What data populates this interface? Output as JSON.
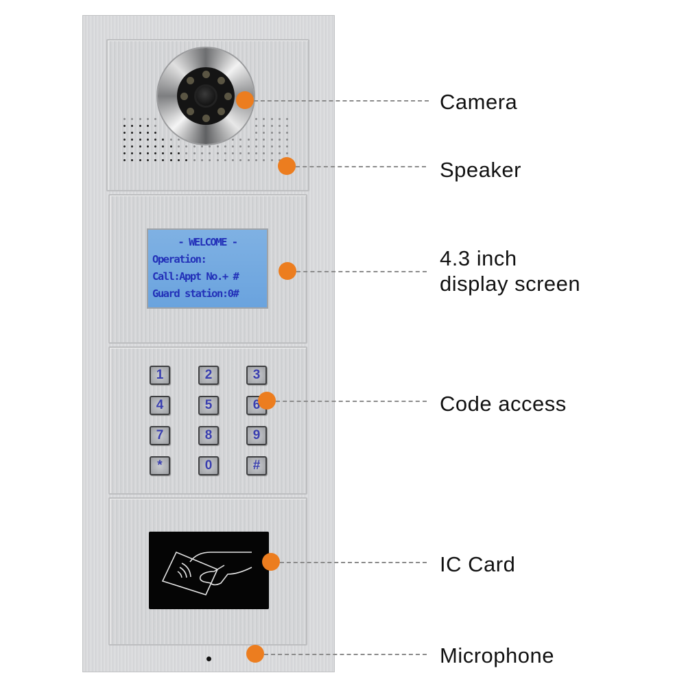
{
  "panel": {
    "display_lines": [
      "- WELCOME -",
      "Operation:",
      "Call:Appt No.+ #",
      "Guard station:0#"
    ],
    "keypad": [
      "1",
      "2",
      "3",
      "4",
      "5",
      "6",
      "7",
      "8",
      "9",
      "*",
      "0",
      "#"
    ]
  },
  "callouts": [
    {
      "id": "camera",
      "label": "Camera"
    },
    {
      "id": "speaker",
      "label": "Speaker"
    },
    {
      "id": "display",
      "label_line1": "4.3 inch",
      "label_line2": "display screen"
    },
    {
      "id": "code",
      "label": "Code access"
    },
    {
      "id": "card",
      "label": "IC Card"
    },
    {
      "id": "microphone",
      "label": "Microphone"
    }
  ],
  "colors": {
    "callout_dot": "#ec7d1f",
    "lcd": "#74aae0",
    "lcd_text": "#2230b8"
  }
}
